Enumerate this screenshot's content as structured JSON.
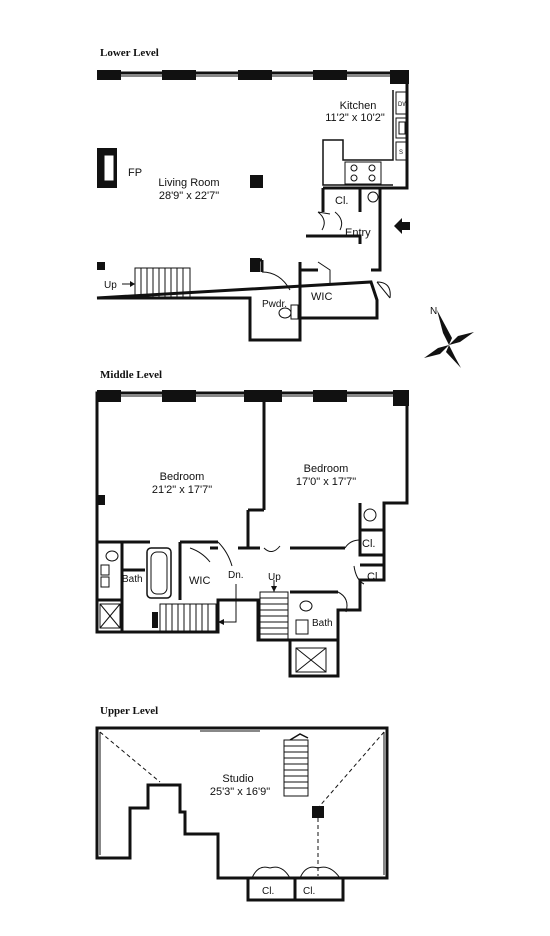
{
  "levels": {
    "lower": {
      "title": "Lower Level",
      "living_room": {
        "name": "Living Room",
        "dims": "28'9\" x 22'7\""
      },
      "kitchen": {
        "name": "Kitchen",
        "dims": "11'2\" x 10'2\""
      },
      "fireplace": "FP",
      "closet": "Cl.",
      "entry": "Entry",
      "powder": "Pwdr.",
      "wic": "WIC",
      "stairs_up": "Up"
    },
    "middle": {
      "title": "Middle Level",
      "bedroom1": {
        "name": "Bedroom",
        "dims": "21'2\" x 17'7\""
      },
      "bedroom2": {
        "name": "Bedroom",
        "dims": "17'0\" x 17'7\""
      },
      "closet1": "Cl.",
      "closet2": "Cl.",
      "bath1": "Bath",
      "bath2": "Bath",
      "wic": "WIC",
      "stairs_down": "Dn.",
      "stairs_up": "Up"
    },
    "upper": {
      "title": "Upper Level",
      "studio": {
        "name": "Studio",
        "dims": "25'3\" x 16'9\""
      },
      "closet1": "Cl.",
      "closet2": "Cl."
    }
  },
  "compass": {
    "label": "N"
  },
  "appliances": {
    "dw": "DW",
    "s": "S"
  }
}
